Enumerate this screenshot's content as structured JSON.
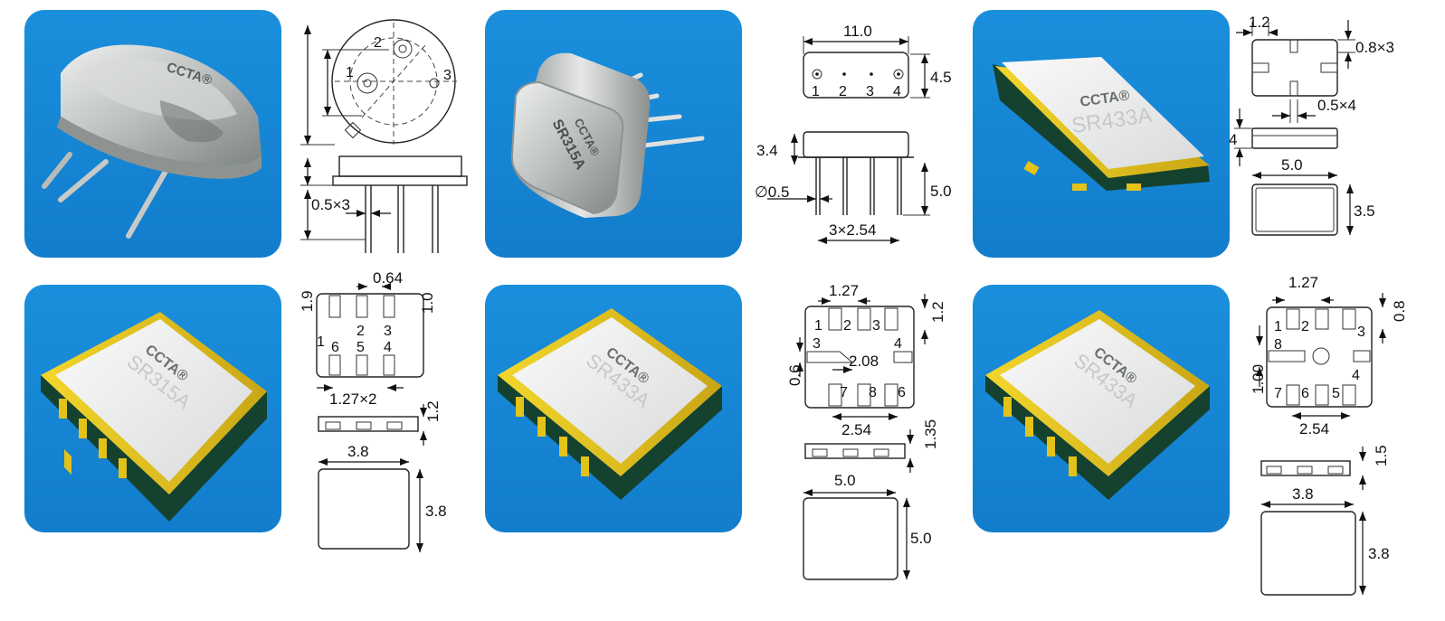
{
  "colors": {
    "tile_blue": "#1689d8",
    "tile_blue_dark": "#0f6fb8",
    "metal": "#c9cccb",
    "ceramic": "#ededeb",
    "gold": "#e3c21a",
    "green_body": "#15412f"
  },
  "parts": [
    {
      "brand": "CCTA®",
      "marking": ""
    },
    {
      "brand": "CCTA®",
      "marking": "SR315A"
    },
    {
      "brand": "CCTA®",
      "marking": "SR433A"
    },
    {
      "brand": "CCTA®",
      "marking": "SR315A"
    },
    {
      "brand": "CCTA®",
      "marking": "SR433A"
    },
    {
      "brand": "CCTA®",
      "marking": "SR433A"
    }
  ],
  "drawings": {
    "to39": {
      "pins": [
        "1",
        "2",
        "3"
      ],
      "lead_dim": "0.5×3"
    },
    "dip": {
      "width": "11.0",
      "height": "4.5",
      "pins": [
        "1",
        "2",
        "3",
        "4"
      ],
      "body_h": "3.4",
      "lead_len": "5.0",
      "lead_dia": "∅0.5",
      "pitch": "3×2.54"
    },
    "smd5035": {
      "pad_w": "1.2",
      "pad_h": "0.8×3",
      "pad_small": "0.5×4",
      "thick": "4",
      "length": "5.0",
      "width": "3.5"
    },
    "smd3838": {
      "pad_gap": "0.64",
      "pad_len": "1.9",
      "pad_h": "1.0",
      "pins_top": [
        "2",
        "3"
      ],
      "pins_bottom": [
        "1",
        "6",
        "5",
        "4"
      ],
      "pitch": "1.27×2",
      "thick": "1.2",
      "width": "3.8",
      "height": "3.8"
    },
    "smd5050": {
      "pitch_top": "1.27",
      "pad_top": "1.2",
      "pins_top": [
        "1",
        "2",
        "3"
      ],
      "left_pin": "3",
      "right_pin": "4",
      "center_pad": "2.08",
      "pad_side": "0.6",
      "pins_bottom": [
        "7",
        "8",
        "6"
      ],
      "pitch_bottom": "2.54",
      "thick": "1.35",
      "width": "5.0",
      "height": "5.0"
    },
    "smd3838b": {
      "pitch_top": "1.27",
      "pad_top": "0.8",
      "pins_top": [
        "1",
        "2",
        "3"
      ],
      "left_pin": "8",
      "right_pin": "4",
      "pad_side": "1.00",
      "pins_bottom": [
        "7",
        "6",
        "5"
      ],
      "pitch_bottom": "2.54",
      "thick": "1.5",
      "width": "3.8",
      "height": "3.8"
    }
  }
}
